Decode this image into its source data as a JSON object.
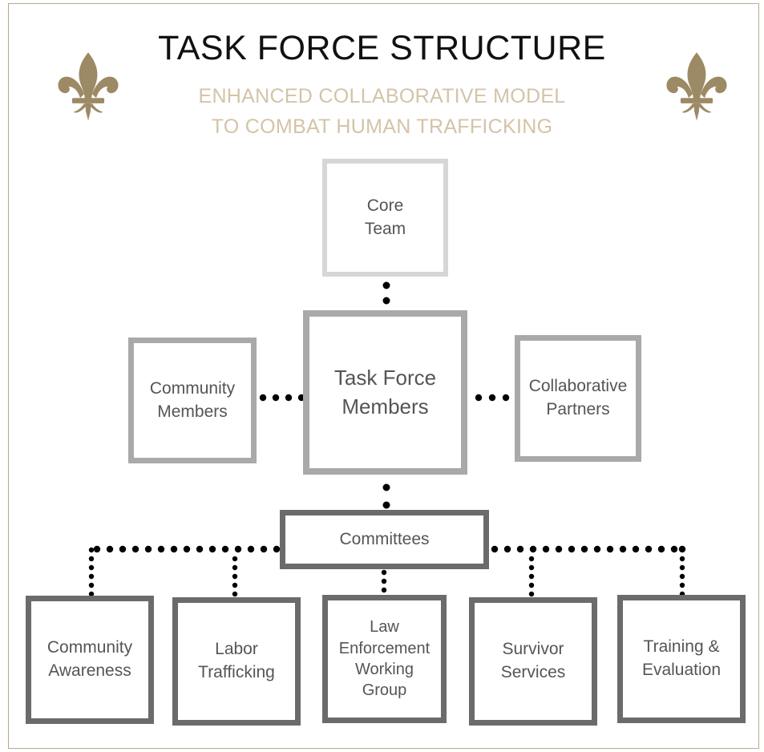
{
  "header": {
    "title": "TASK FORCE STRUCTURE",
    "subtitle_line1": "ENHANCED COLLABORATIVE MODEL",
    "subtitle_line2": "TO COMBAT HUMAN TRAFFICKING"
  },
  "colors": {
    "title": "#111111",
    "subtitle": "#d4c3a8",
    "accent_gold": "#9c8a64",
    "frame": "#b5ab8c",
    "box_light": "#d6d6d6",
    "box_mid": "#a9a9a9",
    "box_dark": "#6b6b6b",
    "connector_dots": "#000000"
  },
  "icons": {
    "left": "fleur-de-lis-icon",
    "right": "fleur-de-lis-icon"
  },
  "nodes": {
    "core_team": {
      "lines": [
        "Core",
        "Team"
      ]
    },
    "task_force_members": {
      "lines": [
        "Task Force",
        "Members"
      ]
    },
    "community_members": {
      "lines": [
        "Community",
        "Members"
      ]
    },
    "collaborative_partners": {
      "lines": [
        "Collaborative",
        "Partners"
      ]
    },
    "committees": {
      "lines": [
        "Committees"
      ]
    },
    "community_awareness": {
      "lines": [
        "Community",
        "Awareness"
      ]
    },
    "labor_trafficking": {
      "lines": [
        "Labor",
        "Trafficking"
      ]
    },
    "law_enforcement": {
      "lines": [
        "Law",
        "Enforcement",
        "Working",
        "Group"
      ]
    },
    "survivor_services": {
      "lines": [
        "Survivor",
        "Services"
      ]
    },
    "training_evaluation": {
      "lines": [
        "Training &",
        "Evaluation"
      ]
    }
  }
}
